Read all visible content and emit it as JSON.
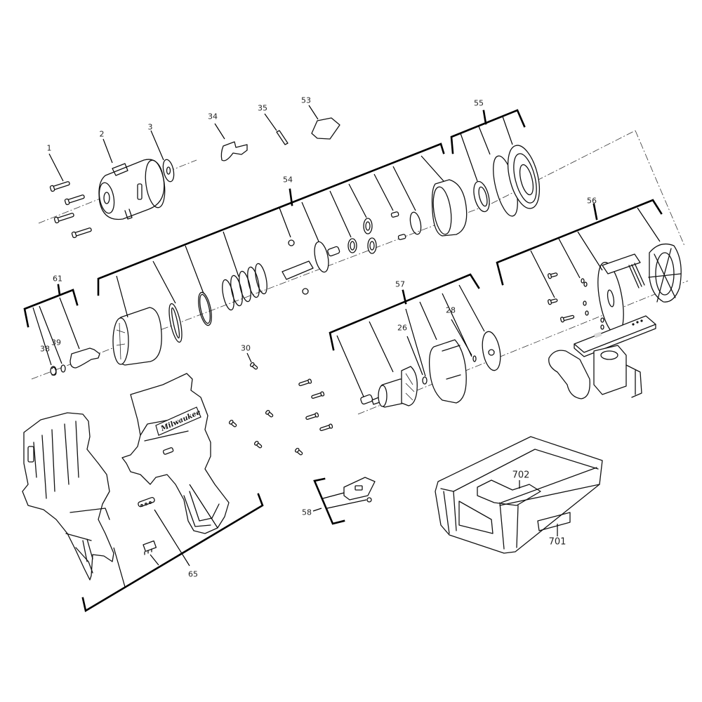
{
  "diagram": {
    "type": "exploded-parts-view",
    "subject": "cordless impact driver",
    "brand_mark": "Milwaukee"
  },
  "labels": {
    "p1": "1",
    "p2": "2",
    "p3": "3",
    "p26": "26",
    "p28": "28",
    "p30": "30",
    "p34": "34",
    "p35": "35",
    "p38": "38",
    "p39": "39",
    "p53": "53",
    "p54": "54",
    "p55": "55",
    "p56": "56",
    "p57": "57",
    "p58": "58",
    "p61": "61",
    "p65": "65",
    "p701": "701",
    "p702": "702"
  },
  "parts": [
    {
      "id": "1",
      "name": "screws (x4)"
    },
    {
      "id": "2",
      "name": "gear case / front housing"
    },
    {
      "id": "3",
      "name": "washer"
    },
    {
      "id": "26",
      "name": "washer"
    },
    {
      "id": "28",
      "name": "washer"
    },
    {
      "id": "30",
      "name": "screw"
    },
    {
      "id": "34",
      "name": "clip"
    },
    {
      "id": "35",
      "name": "pin"
    },
    {
      "id": "38",
      "name": "retaining ring"
    },
    {
      "id": "39",
      "name": "washer"
    },
    {
      "id": "53",
      "name": "label"
    },
    {
      "id": "54",
      "name": "impact mechanism assembly"
    },
    {
      "id": "55",
      "name": "gear assembly"
    },
    {
      "id": "56",
      "name": "electronics / switch assembly"
    },
    {
      "id": "57",
      "name": "motor assembly"
    },
    {
      "id": "58",
      "name": "belt clip kit"
    },
    {
      "id": "61",
      "name": "anvil kit"
    },
    {
      "id": "65",
      "name": "housing kit"
    },
    {
      "id": "701",
      "name": "carrying case"
    },
    {
      "id": "702",
      "name": "case insert"
    }
  ]
}
